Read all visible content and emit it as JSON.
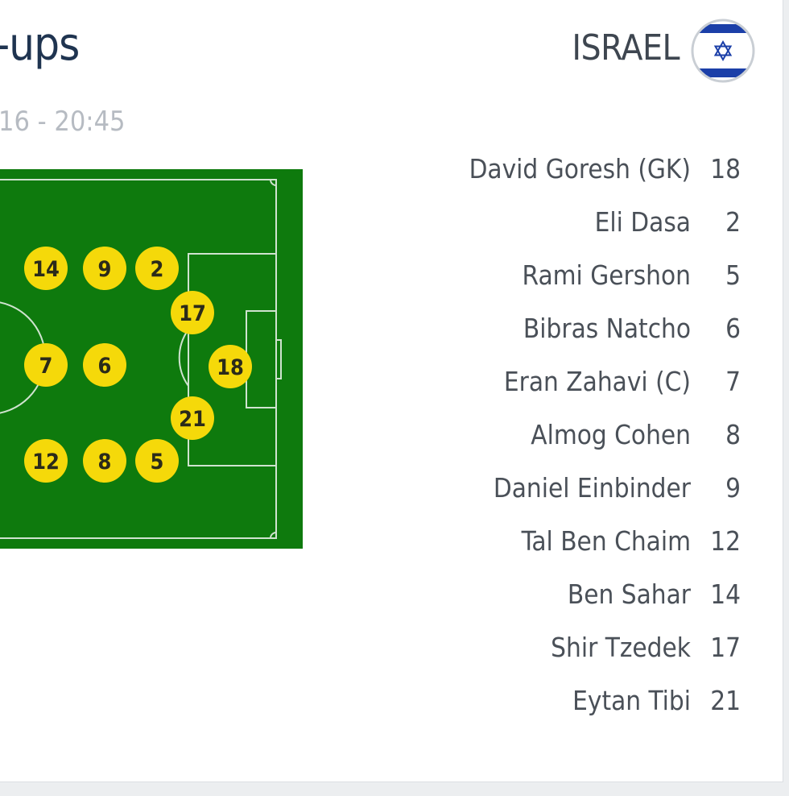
{
  "header": {
    "title": "-ups",
    "datetime": "16 - 20:45"
  },
  "team": {
    "name": "ISRAEL",
    "flag_icon": "israel-flag-icon"
  },
  "pitch": {
    "color": "#0e7a0d",
    "line_color": "#cfe3cf",
    "marker_color": "#f5d90a",
    "markers": [
      "14",
      "9",
      "2",
      "17",
      "7",
      "6",
      "18",
      "21",
      "12",
      "8",
      "5"
    ]
  },
  "roster": [
    {
      "name": "David Goresh (GK)",
      "number": "18"
    },
    {
      "name": "Eli Dasa",
      "number": "2"
    },
    {
      "name": "Rami Gershon",
      "number": "5"
    },
    {
      "name": "Bibras Natcho",
      "number": "6"
    },
    {
      "name": "Eran Zahavi (C)",
      "number": "7"
    },
    {
      "name": "Almog Cohen",
      "number": "8"
    },
    {
      "name": "Daniel Einbinder",
      "number": "9"
    },
    {
      "name": "Tal Ben Chaim",
      "number": "12"
    },
    {
      "name": "Ben Sahar",
      "number": "14"
    },
    {
      "name": "Shir Tzedek",
      "number": "17"
    },
    {
      "name": "Eytan Tibi",
      "number": "21"
    }
  ]
}
